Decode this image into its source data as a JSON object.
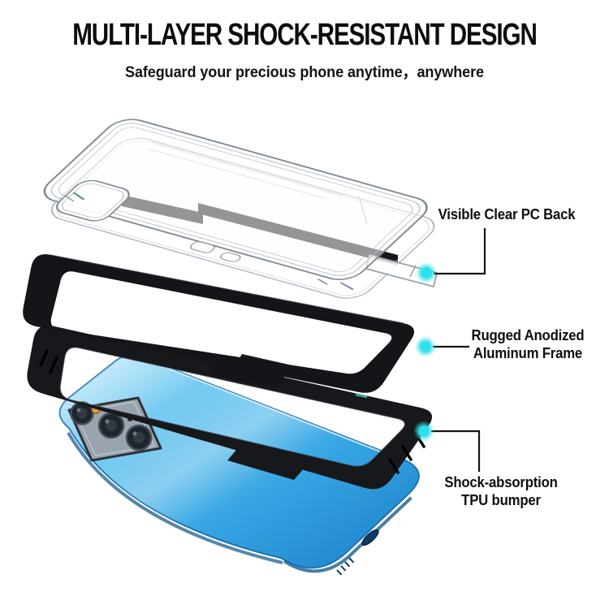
{
  "header": {
    "title": "MULTI-LAYER SHOCK-RESISTANT DESIGN",
    "subtitle": "Safeguard your precious phone anytime，anywhere"
  },
  "callouts": [
    {
      "name": "pc-back",
      "line1": "Visible Clear PC Back",
      "line2": ""
    },
    {
      "name": "aluminum-frame",
      "line1": "Rugged Anodized",
      "line2": "Aluminum Frame"
    },
    {
      "name": "tpu-bumper",
      "line1": "Shock-absorption",
      "line2": "TPU bumper"
    }
  ],
  "icons": {
    "callout_dot": "glowing-cyan-circle"
  },
  "colors": {
    "accent_dot": "#2fe0ec",
    "callout_line": "#161616",
    "bumper_black": "#17181b",
    "frame_black": "#141518",
    "phone_blue_light": "#b3e3f8",
    "phone_blue_dark": "#1b7ec6",
    "clear_outline_gray": "#7f8891",
    "text": "#111111"
  }
}
